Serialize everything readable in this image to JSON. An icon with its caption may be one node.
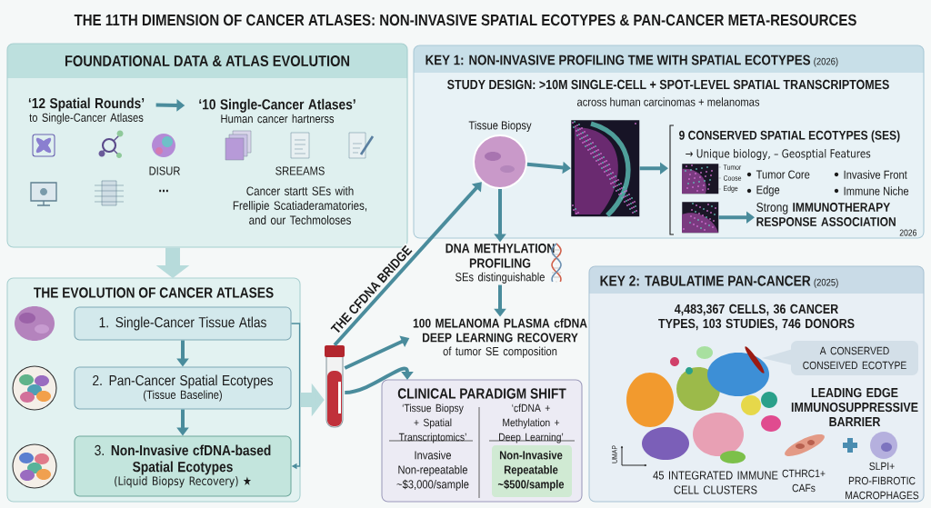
{
  "diagram": {
    "title": "THE 11TH DIMENSION OF CANCER ATLASES: NON-INVASIVE SPATIAL ECOTYPES & PAN-CANCER META-RESOURCES",
    "nodes": [
      {
        "text": [
          "FOUNDATIONAL DATA & ATLAS EVOLUTION"
        ]
      },
      {
        "text": [
          "‘12 Spatial Rounds’",
          "to Single-Cancer Atlases"
        ],
        "in": 0
      },
      {
        "text": [
          "‘10 Single-Cancer Atlases’",
          "Human cancer hartnerss"
        ],
        "in": 0
      },
      {
        "text": [
          "THE EVOLUTION OF CANCER ATLASES"
        ]
      },
      {
        "text": [
          "1. Single-Cancer Tissue Atlas"
        ],
        "in": 3
      },
      {
        "text": [
          "2. Pan-Cancer Spatial Ecotypes",
          "(Tissue Baseline)"
        ],
        "in": 3
      },
      {
        "text": [
          "3. **Non-Invasive cfDNA-based Spatial Ecotypes**",
          "(Liquid Biopsy Recovery) ★"
        ],
        "in": 3
      },
      {
        "text": [],
        "shape": "picture"
      },
      {
        "text": [
          "KEY 1: NON-INVASIVE PROFILING TME WITH SPATIAL ECOTYPES",
          "(2026)",
          "STUDY DESIGN: >10M SINGLE-CELL + SPOT-LEVEL SPATIAL TRANSCRIPTOMES",
          "across human carcinomas + melanomas"
        ]
      },
      {
        "text": [
          "Tissue Biopsy"
        ],
        "in": 8
      },
      {
        "text": [],
        "shape": "picture",
        "in": 8
      },
      {
        "text": [
          "9 CONSERVED SPATIAL ECOTYPES (SES)",
          "→ Unique biology, – Geosptial Features"
        ],
        "in": 8
      },
      {
        "text": [],
        "shape": "picture",
        "in": 11
      },
      {
        "text": [],
        "shape": "picture",
        "in": 11
      },
      {
        "text": [
          "Strong **IMMUNOTHERAPY RESPONSE ASSOCIATION**"
        ],
        "in": 11
      },
      {
        "text": [
          "DNA METHYLATION PROFILING",
          "SEs distinguishable"
        ]
      },
      {
        "text": [
          "100 MELANOMA PLASMA cfDNA DEEP LEARNING RECOVERY",
          "of tumor SE composition"
        ]
      },
      {
        "text": [
          "CLINICAL PARADIGM SHIFT"
        ]
      },
      {
        "text": [
          "KEY 2: TABULATIME PAN-CANCER",
          "(2025)",
          "4,483,367 CELLS, 36 CANCER TYPES, 103 STUDIES, 746 DONORS"
        ]
      },
      {
        "text": [
          "A CONSERVED CONSEIVED ECOTYPE"
        ],
        "in": 18
      }
    ],
    "edges": [
      {
        "from": 1,
        "to": 2,
        "arrow": "to"
      },
      {
        "from": 0,
        "to": 3,
        "arrow": "to",
        "style": "thick",
        "color": "#b7dbdb"
      },
      {
        "from": 4,
        "to": 5,
        "arrow": "to"
      },
      {
        "from": 5,
        "to": 6,
        "arrow": "to"
      },
      {
        "from": 4,
        "to": 6,
        "arrow": "to"
      },
      {
        "from": 3,
        "to": 7,
        "arrow": "to",
        "style": "thick",
        "color": "#b7dbdb"
      },
      {
        "from": 7,
        "to": 9,
        "arrow": "to",
        "label": "THE CFDNA BRIDGE"
      },
      {
        "from": 9,
        "to": 10,
        "arrow": "to"
      },
      {
        "from": 10,
        "to": 11,
        "arrow": "to"
      },
      {
        "from": 13,
        "to": 14,
        "arrow": "to"
      },
      {
        "from": 9,
        "to": 15,
        "arrow": "to"
      },
      {
        "from": 15,
        "to": 16,
        "arrow": "to"
      },
      {
        "from": 7,
        "to": 16,
        "arrow": "to"
      },
      {
        "from": 7,
        "to": 17,
        "arrow": "to"
      }
    ],
    "labels": [
      "DISUR",
      "SREEAMS",
      "...",
      "Cancer startt SEs with Frellipie Scatiaderamatories, and our Techmoloses",
      "Tumor",
      "Coose",
      "Edge",
      "Tumor Core",
      "Invasive Front",
      "Edge",
      "Immune Niche",
      "2026",
      "‘Tissue Biopsy + Spatial Transcriptomics’",
      "‘cfDNA + Methylation + Deep Learning’",
      "Invasive Non-repeatable ~$3,000/sample",
      "Non-Invasive Repeatable ~$500/sample",
      "UMAP",
      "45 INTEGRATED IMMUNE CELL CLUSTERS",
      "LEADING EDGE IMMUNOSUPPRESSIVE BARRIER",
      "CTHRC1+ CAFs",
      "SLPI+ PRO-FIBROTIC MACROPHAGES"
    ]
  }
}
